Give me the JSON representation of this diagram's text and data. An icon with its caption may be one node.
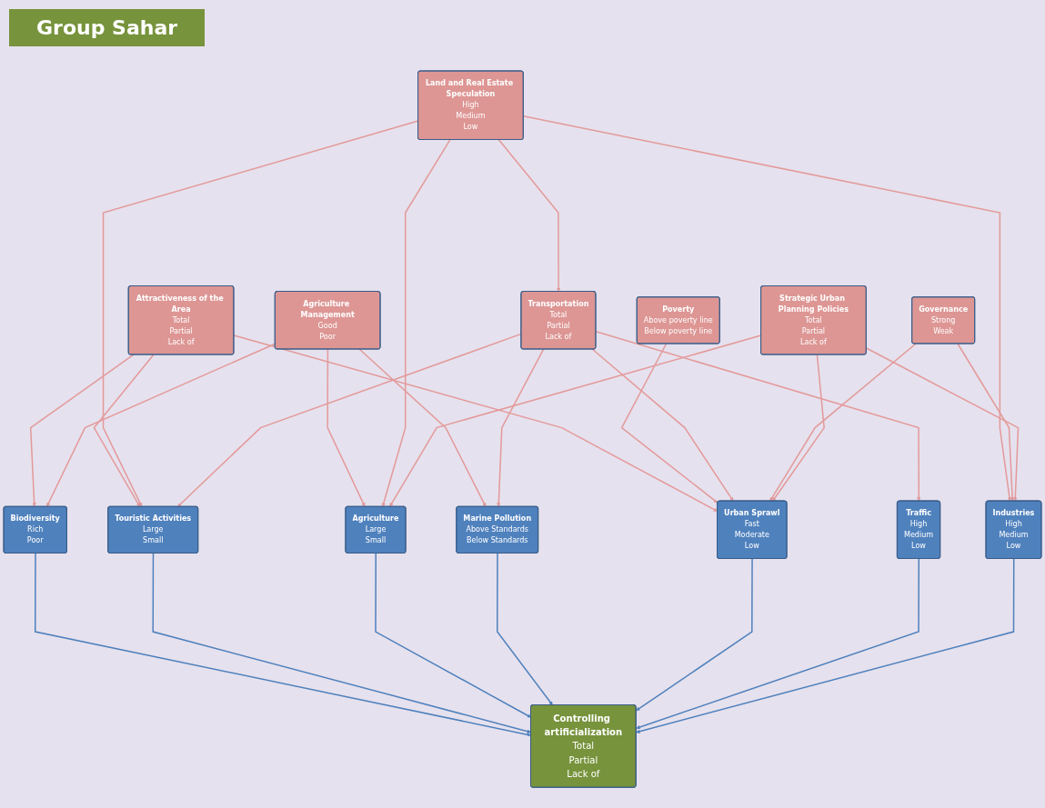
{
  "diagram": {
    "title": "Group Sahar",
    "nodes": [
      {
        "text": [
          "Attractiveness of the Area",
          "Total",
          "Partial",
          "Lack of"
        ]
      },
      {
        "text": [
          "Biodiversity",
          "Rich",
          "Poor"
        ]
      },
      {
        "text": [
          "Agriculture Management",
          "Good",
          "Poor"
        ]
      },
      {
        "text": [
          "Touristic Activities",
          "Large",
          "Small"
        ]
      },
      {
        "text": [
          "Agriculture",
          "Large",
          "Small"
        ]
      },
      {
        "text": [
          "Marine Pollution",
          "Above Standards",
          "Below Standards"
        ]
      },
      {
        "text": [
          "Controlling artificialization",
          "Total",
          "Partial",
          "Lack of"
        ]
      },
      {
        "text": [
          "Land and Real Estate Speculation",
          "High",
          "Medium",
          "Low"
        ]
      },
      {
        "text": [
          "Poverty",
          "Above poverty line",
          "Below poverty line"
        ]
      },
      {
        "text": [
          "Urban Sprawl",
          "Fast",
          "Moderate",
          "Low"
        ]
      },
      {
        "text": [
          "Industries",
          "High",
          "Medium",
          "Low"
        ]
      },
      {
        "text": [
          "Traffic",
          "High",
          "Medium",
          "Low"
        ]
      },
      {
        "text": [
          "Transportation",
          "Total",
          "Partial",
          "Lack of"
        ]
      },
      {
        "text": [
          "Governance",
          "Strong",
          "Weak"
        ]
      },
      {
        "text": [
          "Strategic Urban Planning Policies",
          "Total",
          "Partial",
          "Lack of"
        ]
      }
    ],
    "edges": [
      {
        "from": 0,
        "to": 1,
        "arrow": "to"
      },
      {
        "from": 0,
        "to": 3,
        "arrow": "to"
      },
      {
        "from": 0,
        "to": 9,
        "arrow": "to"
      },
      {
        "from": 2,
        "to": 1,
        "arrow": "to"
      },
      {
        "from": 2,
        "to": 5,
        "arrow": "to"
      },
      {
        "from": 2,
        "to": 4,
        "arrow": "to"
      },
      {
        "from": 7,
        "to": 3,
        "arrow": "to"
      },
      {
        "from": 7,
        "to": 4,
        "arrow": "to"
      },
      {
        "from": 7,
        "to": 10,
        "arrow": "to"
      },
      {
        "from": 7,
        "to": 12,
        "arrow": "to"
      },
      {
        "from": 1,
        "to": 6,
        "arrow": "to",
        "color": "#4f81bd"
      },
      {
        "from": 3,
        "to": 6,
        "arrow": "to",
        "color": "#4f81bd"
      },
      {
        "from": 4,
        "to": 6,
        "arrow": "to",
        "color": "#4f81bd"
      },
      {
        "from": 5,
        "to": 6,
        "arrow": "to",
        "color": "#4f81bd"
      },
      {
        "from": 9,
        "to": 6,
        "arrow": "to",
        "color": "#4f81bd"
      },
      {
        "from": 11,
        "to": 6,
        "arrow": "to",
        "color": "#4f81bd"
      },
      {
        "from": 10,
        "to": 6,
        "arrow": "to",
        "color": "#4f81bd"
      },
      {
        "from": 8,
        "to": 9,
        "arrow": "to"
      },
      {
        "from": 12,
        "to": 9,
        "arrow": "to"
      },
      {
        "from": 12,
        "to": 11,
        "arrow": "to"
      },
      {
        "from": 12,
        "to": 3,
        "arrow": "to"
      },
      {
        "from": 12,
        "to": 5,
        "arrow": "to"
      },
      {
        "from": 13,
        "to": 9,
        "arrow": "to"
      },
      {
        "from": 13,
        "to": 10,
        "arrow": "to"
      },
      {
        "from": 14,
        "to": 9,
        "arrow": "to"
      },
      {
        "from": 14,
        "to": 10,
        "arrow": "to"
      },
      {
        "from": 14,
        "to": 4,
        "arrow": "to"
      }
    ]
  }
}
